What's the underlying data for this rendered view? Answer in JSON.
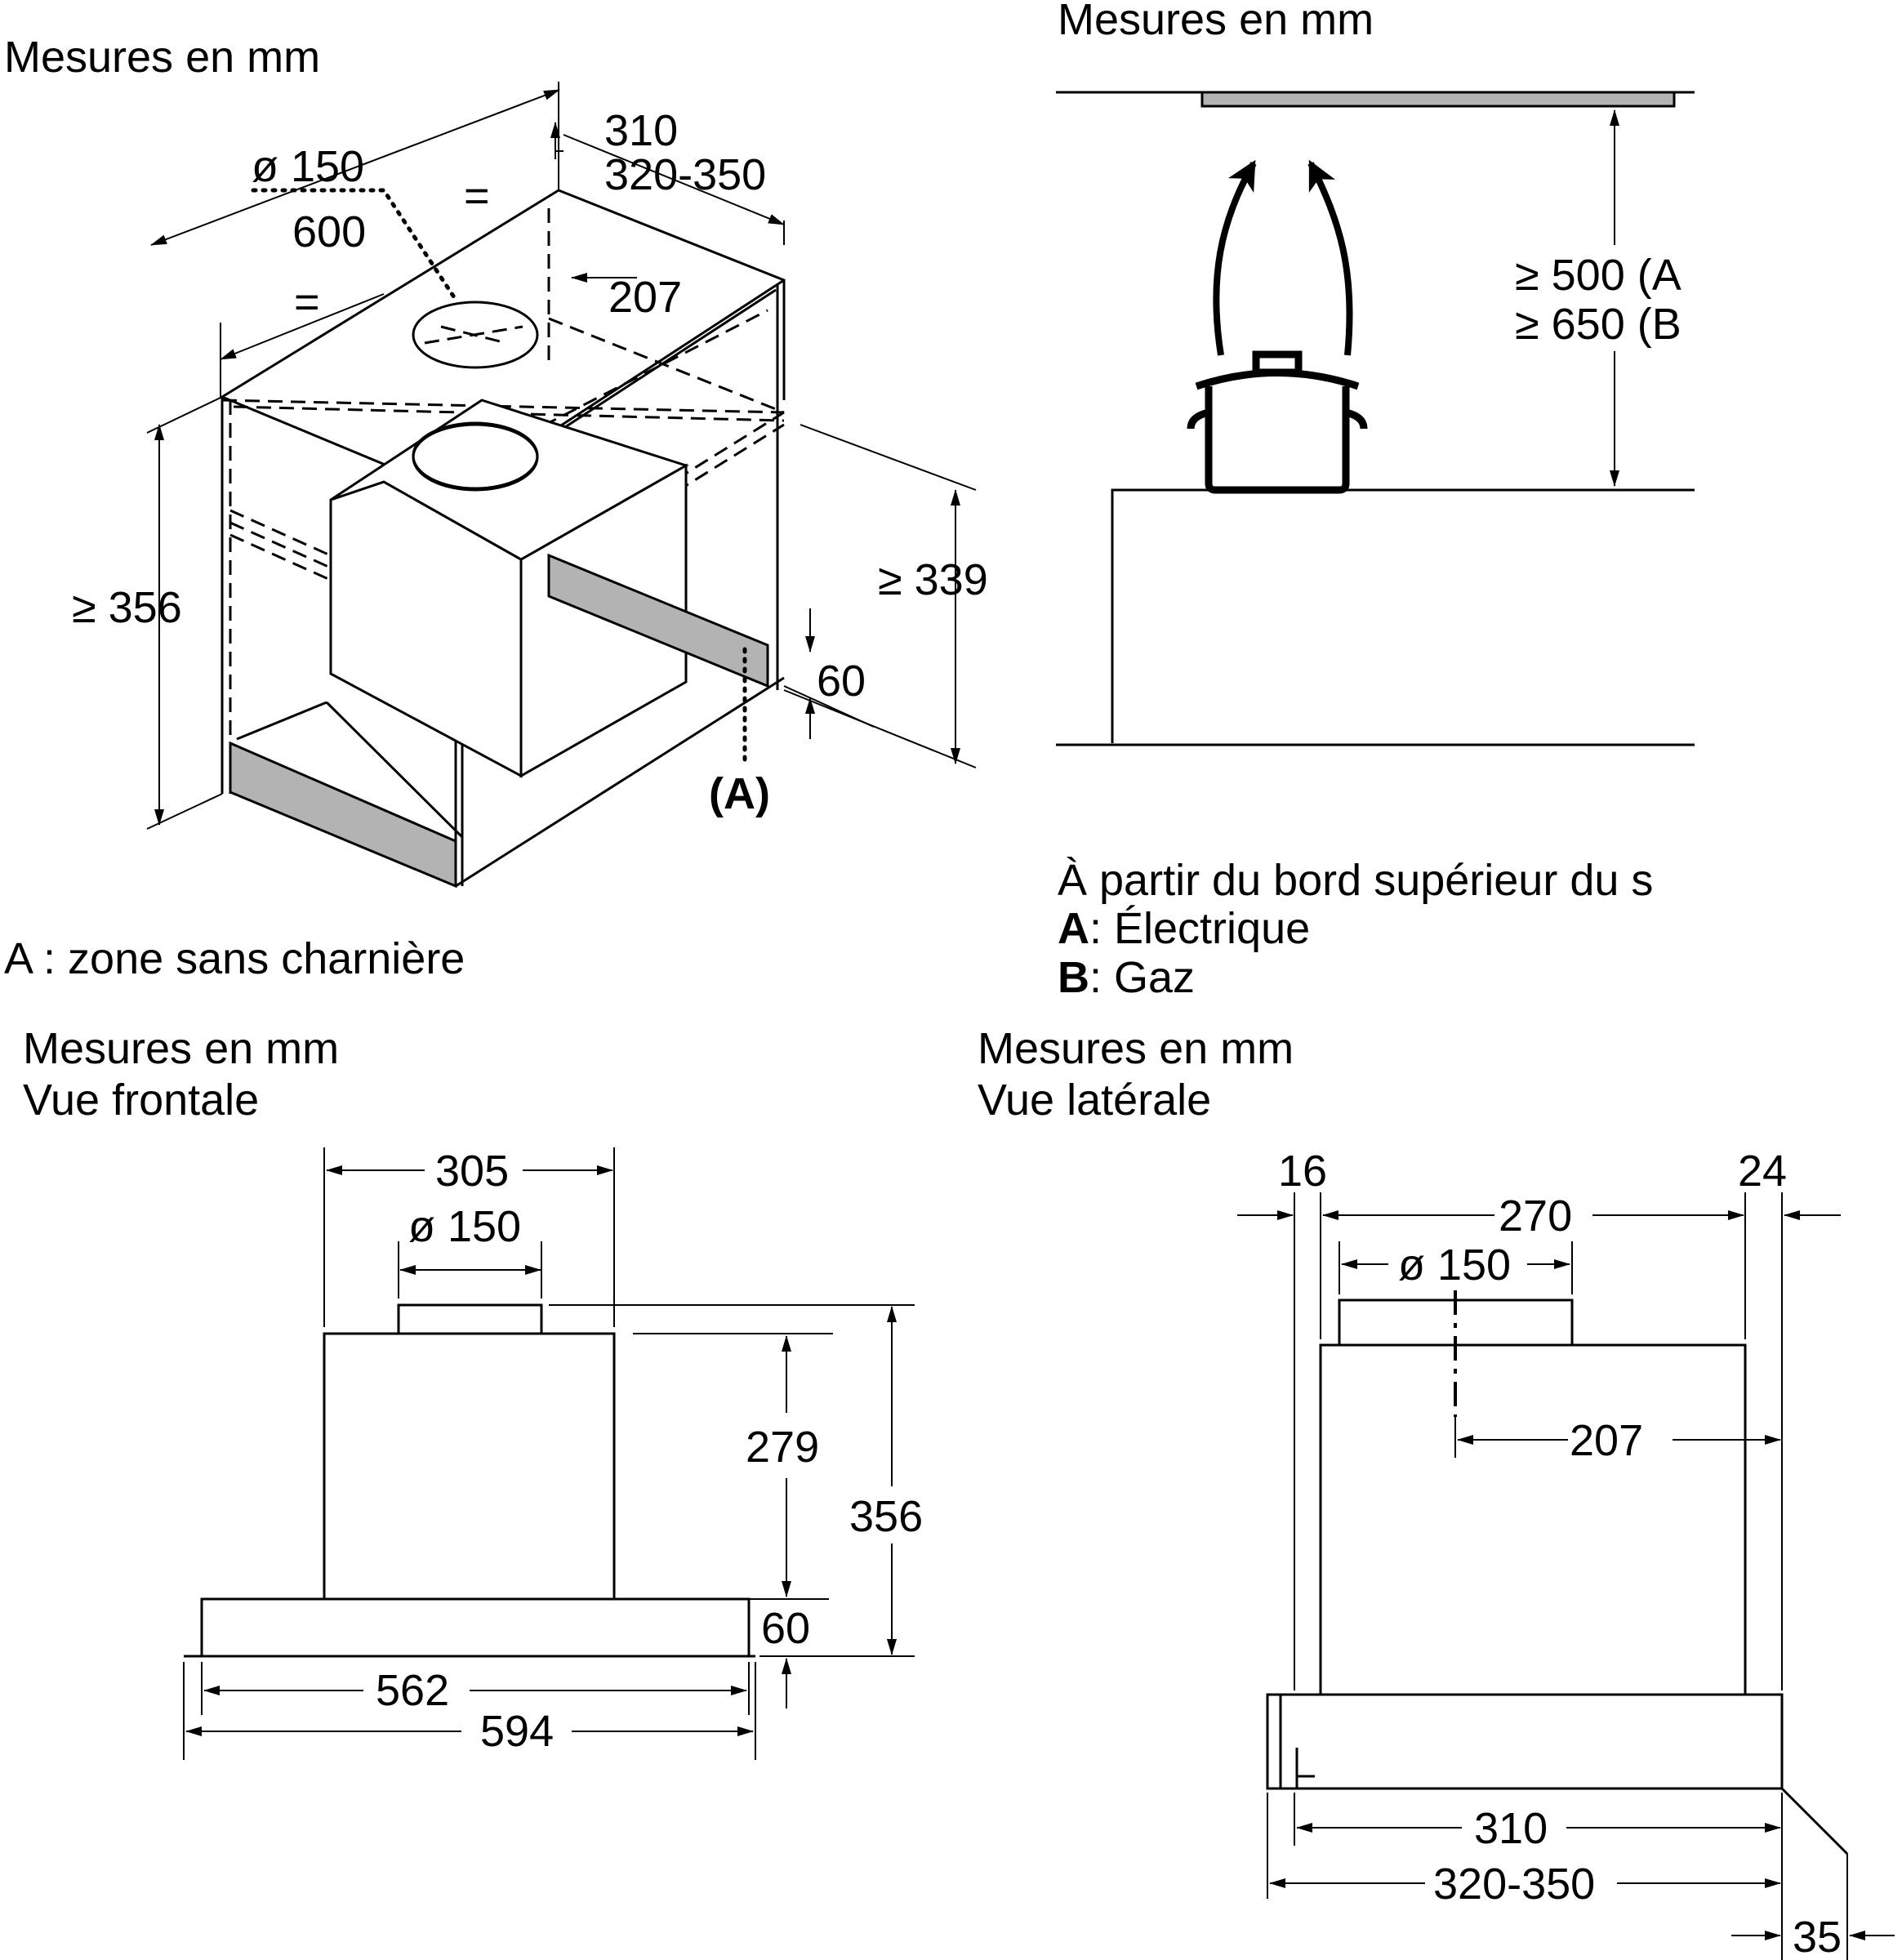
{
  "top_left": {
    "title": "Mesures en mm",
    "dims": {
      "duct": "ø 150",
      "depth_310": "310",
      "depth_range": "320-350",
      "eq1": "=",
      "eq2": "=",
      "width_600": "600",
      "offset_207": "207",
      "height_356": "≥ 356",
      "height_339": "≥ 339",
      "strip_60": "60",
      "zone_mark": "(A)",
      "zone_letter": "A"
    },
    "caption": "A : zone sans charnière"
  },
  "top_right": {
    "title": "Mesures en mm",
    "dim_a": "≥ 500 (A",
    "dim_b": "≥ 650 (B",
    "note": "À partir du bord supérieur du s",
    "legend": [
      {
        "key": "A",
        "text": ": Électrique"
      },
      {
        "key": "B",
        "text": ": Gaz"
      }
    ]
  },
  "bottom_left": {
    "title": "Mesures en mm",
    "subtitle": "Vue frontale",
    "dims": {
      "w305": "305",
      "duct": "ø 150",
      "h279": "279",
      "h356": "356",
      "h60": "60",
      "w562": "562",
      "w594": "594"
    }
  },
  "bottom_right": {
    "title": "Mesures en mm",
    "subtitle": "Vue latérale",
    "dims": {
      "d16": "16",
      "d24": "24",
      "d270": "270",
      "duct": "ø 150",
      "d207": "207",
      "d310": "310",
      "d320_350": "320-350",
      "d35": "35"
    }
  }
}
